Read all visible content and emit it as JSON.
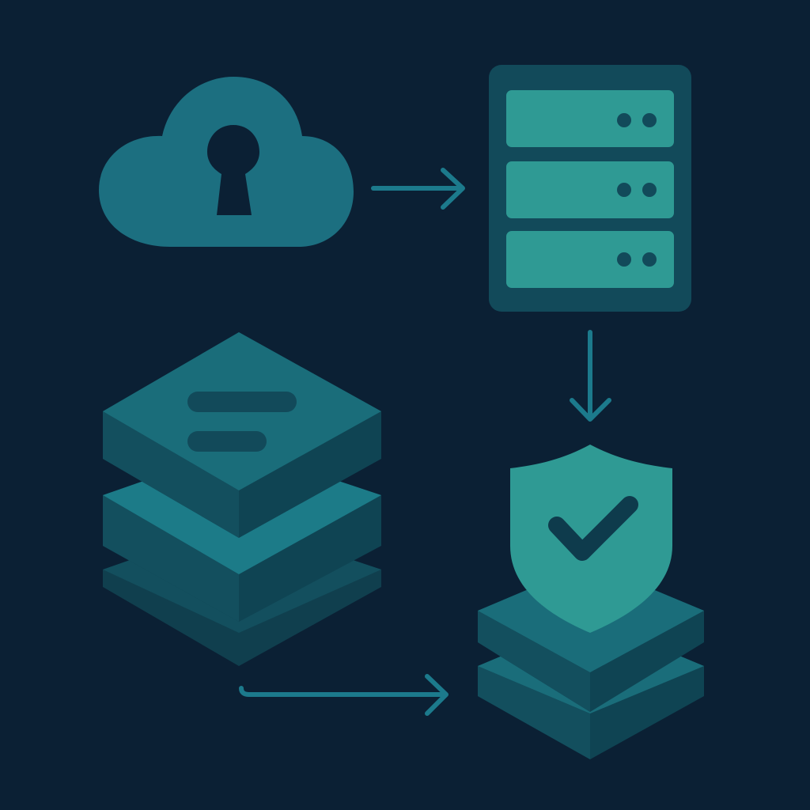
{
  "diagram": {
    "nodes": [
      {
        "id": "cloud",
        "icon": "cloud-keyhole-icon"
      },
      {
        "id": "server",
        "icon": "server-rack-icon",
        "rack_units": 3
      },
      {
        "id": "layers",
        "icon": "layer-stack-icon",
        "layers": 3
      },
      {
        "id": "secure-storage",
        "icon": "shield-check-icon",
        "base_layers": 2
      }
    ],
    "edges": [
      {
        "from": "cloud",
        "to": "server",
        "direction": "right"
      },
      {
        "from": "server",
        "to": "secure-storage",
        "direction": "down"
      },
      {
        "from": "layers",
        "to": "secure-storage",
        "direction": "right"
      }
    ]
  },
  "colors": {
    "background": "#0b2034",
    "cloud": "#1c6f80",
    "keyhole": "#0b2034",
    "rack_frame": "#124a5a",
    "rack_unit": "#2f9a94",
    "rack_led": "#124a5a",
    "arrow": "#1c7a8c",
    "layer_top": "#1a6d7a",
    "layer_side_left": "#134f5e",
    "layer_side_right": "#0f4453",
    "layer_mid_top": "#1c7b88",
    "layer_line": "#124a5a",
    "shield": "#2f9a94",
    "check": "#0e3b4c"
  }
}
